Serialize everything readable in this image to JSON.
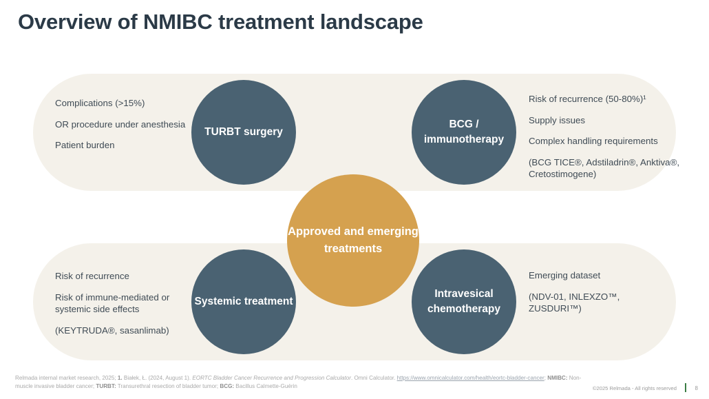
{
  "title": "Overview of NMIBC treatment landscape",
  "colors": {
    "node": "#4a6272",
    "center": "#d5a14f",
    "pill": "#f4f1ea",
    "title": "#2b3a47",
    "accent_green": "#3a7d44"
  },
  "center": {
    "label": "Approved and emerging treatments"
  },
  "quadrants": {
    "top_left": {
      "node_label": "TURBT surgery",
      "bullets": [
        "Complications (>15%)",
        "OR procedure under anesthesia",
        "Patient burden"
      ]
    },
    "top_right": {
      "node_label": "BCG / immunotherapy",
      "bullets": [
        "Risk of recurrence (50-80%)¹",
        "Supply issues",
        "Complex handling requirements",
        "(BCG TICE®, Adstiladrin®, Anktiva®, Cretostimogene)"
      ]
    },
    "bottom_left": {
      "node_label": "Systemic treatment",
      "bullets": [
        "Risk of recurrence",
        "Risk of immune-mediated or systemic side effects",
        "(KEYTRUDA®, sasanlimab)"
      ]
    },
    "bottom_right": {
      "node_label": "Intravesical chemotherapy",
      "bullets": [
        "Emerging dataset",
        "(NDV-01, INLEXZO™, ZUSDURI™)"
      ]
    }
  },
  "footer": {
    "source_prefix": "Relmada internal market research, 2025; ",
    "ref_number": "1.",
    "citation_author": " Białek, Ł. (2024, August 1). ",
    "citation_title": "EORTC Bladder Cancer Recurrence and Progression Calculator",
    "citation_publisher": ". Omni Calculator. ",
    "url": "https://www.omnicalculator.com/health/eortc-bladder-cancer",
    "url_suffix": "; ",
    "abbr_nmibc_key": "NMIBC:",
    "abbr_nmibc_val": " Non-muscle invasive bladder cancer; ",
    "abbr_turbt_key": "TURBT:",
    "abbr_turbt_val": " Transurethral resection of bladder tumor; ",
    "abbr_bcg_key": "BCG:",
    "abbr_bcg_val": " Bacillus Calmette-Guérin",
    "copyright": "©2025 Relmada - All rights reserved",
    "page_number": "8"
  }
}
